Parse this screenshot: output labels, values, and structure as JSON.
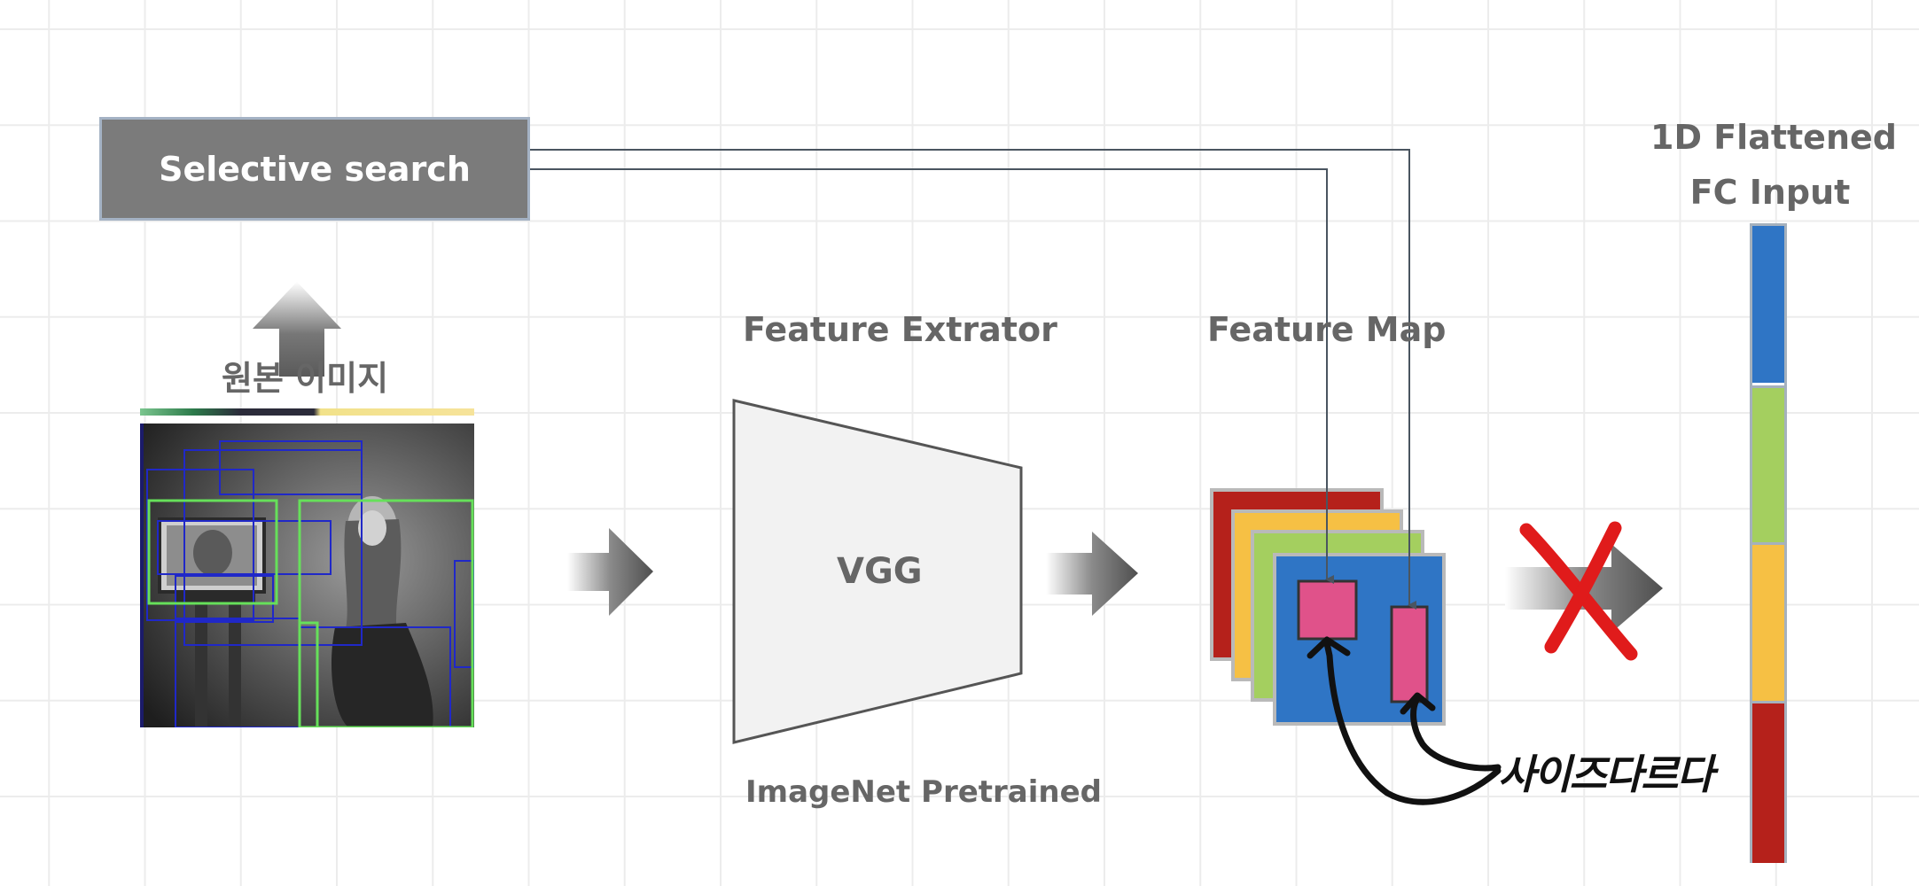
{
  "selective_search": {
    "label": "Selective search"
  },
  "original_image": {
    "label": "원본 이미지"
  },
  "feature_extractor": {
    "title": "Feature Extrator",
    "model": "VGG",
    "subtitle": "ImageNet Pretrained"
  },
  "feature_map": {
    "title": "Feature Map",
    "layer_colors": [
      "#b5211b",
      "#f6c044",
      "#a4cf5f",
      "#2f75c5"
    ],
    "roi_color": "#e0528a"
  },
  "annotation": {
    "text": "사이즈다르다"
  },
  "flattened_input": {
    "title_line1": "1D Flattened",
    "title_line2": "FC Input",
    "segment_colors": [
      "#2f75c5",
      "#a4cf5f",
      "#f6c044",
      "#b5211b"
    ]
  },
  "colors": {
    "box_gray": "#7b7b7b",
    "label_gray": "#666666",
    "cross_red": "#e01b1b",
    "connector": "#4a5560"
  }
}
